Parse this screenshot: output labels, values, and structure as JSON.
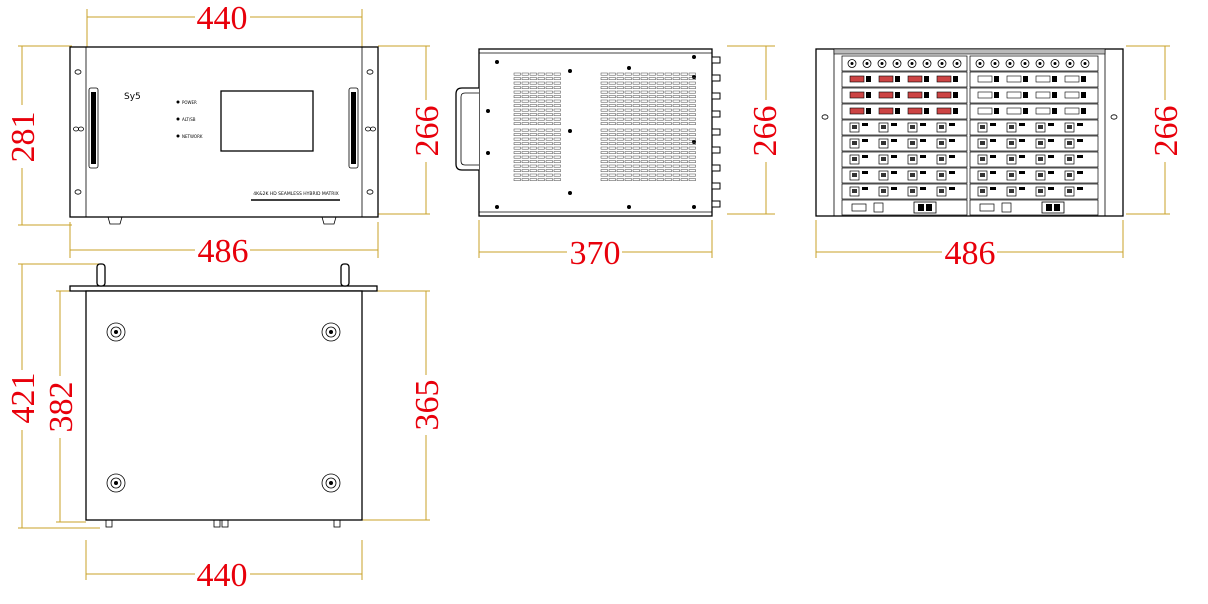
{
  "colors": {
    "dimension_text": "#e8000b",
    "dimension_line": "#c9a227",
    "outline": "#000000"
  },
  "front_view": {
    "logo_text": "Sy5",
    "indicators": [
      "POWER",
      "ALT/SB",
      "NETWORK"
    ],
    "product_label": "4K&2K HD SEAMLESS HYBRID MATRIX",
    "dim_width_top": "440",
    "dim_width_bottom": "486",
    "dim_height_left": "281",
    "dim_height_right": "266"
  },
  "side_view": {
    "dim_height": "266",
    "dim_depth": "370"
  },
  "rear_view": {
    "dim_height": "266",
    "dim_width": "486"
  },
  "bottom_view": {
    "dim_outer_height": "421",
    "dim_inner_height": "382",
    "dim_right_height": "365",
    "dim_width": "440"
  }
}
